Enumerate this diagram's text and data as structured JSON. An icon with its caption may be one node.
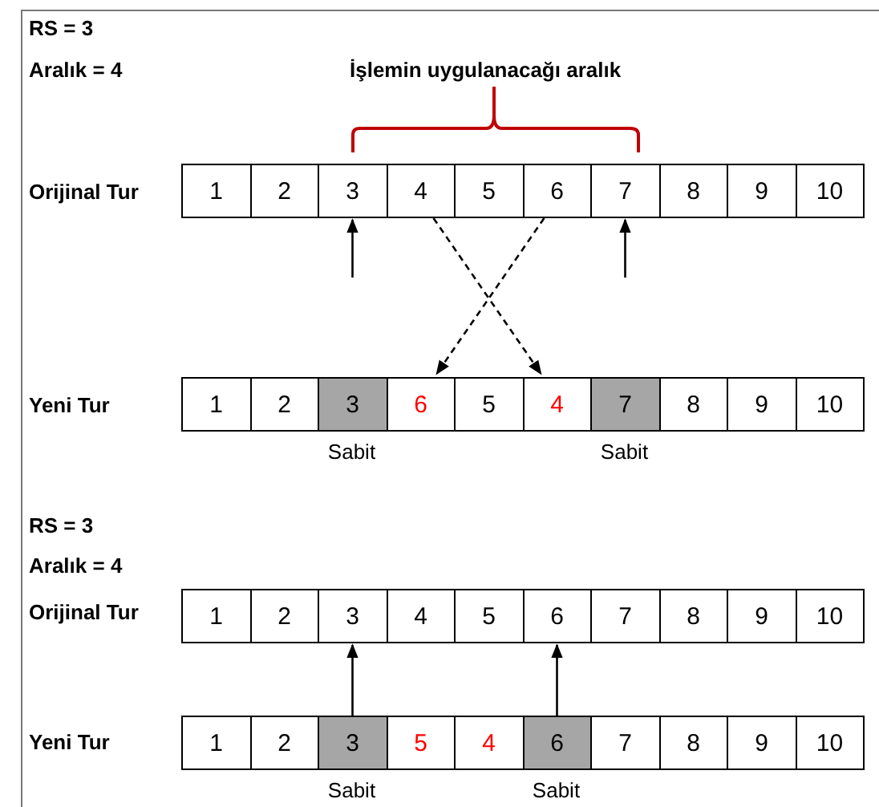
{
  "diagram": {
    "nodes": [
      {
        "text": [
          "1"
        ]
      },
      {
        "text": [
          "2"
        ]
      },
      {
        "text": [
          "3"
        ]
      },
      {
        "text": [
          "4"
        ]
      },
      {
        "text": [
          "5"
        ]
      },
      {
        "text": [
          "6"
        ]
      },
      {
        "text": [
          "7"
        ]
      },
      {
        "text": [
          "8"
        ]
      },
      {
        "text": [
          "9"
        ]
      },
      {
        "text": [
          "10"
        ]
      },
      {
        "text": [
          "1"
        ]
      },
      {
        "text": [
          "2"
        ]
      },
      {
        "text": [
          "3"
        ],
        "beside": [
          "Sabit"
        ]
      },
      {
        "text": [
          "6"
        ]
      },
      {
        "text": [
          "5"
        ]
      },
      {
        "text": [
          "4"
        ]
      },
      {
        "text": [
          "7"
        ],
        "beside": [
          "Sabit"
        ]
      },
      {
        "text": [
          "8"
        ]
      },
      {
        "text": [
          "9"
        ]
      },
      {
        "text": [
          "10"
        ]
      },
      {
        "text": [
          "1"
        ]
      },
      {
        "text": [
          "2"
        ]
      },
      {
        "text": [
          "3"
        ]
      },
      {
        "text": [
          "4"
        ]
      },
      {
        "text": [
          "5"
        ]
      },
      {
        "text": [
          "6"
        ]
      },
      {
        "text": [
          "7"
        ]
      },
      {
        "text": [
          "8"
        ]
      },
      {
        "text": [
          "9"
        ]
      },
      {
        "text": [
          "10"
        ]
      },
      {
        "text": [
          "1"
        ]
      },
      {
        "text": [
          "2"
        ]
      },
      {
        "text": [
          "3"
        ],
        "beside": [
          "Sabit"
        ]
      },
      {
        "text": [
          "5"
        ]
      },
      {
        "text": [
          "4"
        ]
      },
      {
        "text": [
          "6"
        ],
        "beside": [
          "Sabit"
        ]
      },
      {
        "text": [
          "7"
        ]
      },
      {
        "text": [
          "8"
        ]
      },
      {
        "text": [
          "9"
        ]
      },
      {
        "text": [
          "10"
        ]
      }
    ],
    "edges": [
      {
        "from": 3,
        "to": 15,
        "arrow": "to",
        "style": "dashed"
      },
      {
        "from": 5,
        "to": 13,
        "arrow": "to",
        "style": "dashed"
      },
      {
        "from": null,
        "to": 2,
        "arrow": "to"
      },
      {
        "from": null,
        "to": 6,
        "arrow": "to"
      },
      {
        "from": 32,
        "to": 22,
        "arrow": "to"
      },
      {
        "from": 35,
        "to": 25,
        "arrow": "to"
      }
    ],
    "labels": [
      "RS = 3",
      "Aralık = 4",
      "İşlemin uygulanacağı aralık",
      "Orijinal Tur",
      "Yeni Tur",
      "RS = 3",
      "Aralık = 4",
      "Orijinal Tur",
      "Yeni Tur"
    ]
  }
}
